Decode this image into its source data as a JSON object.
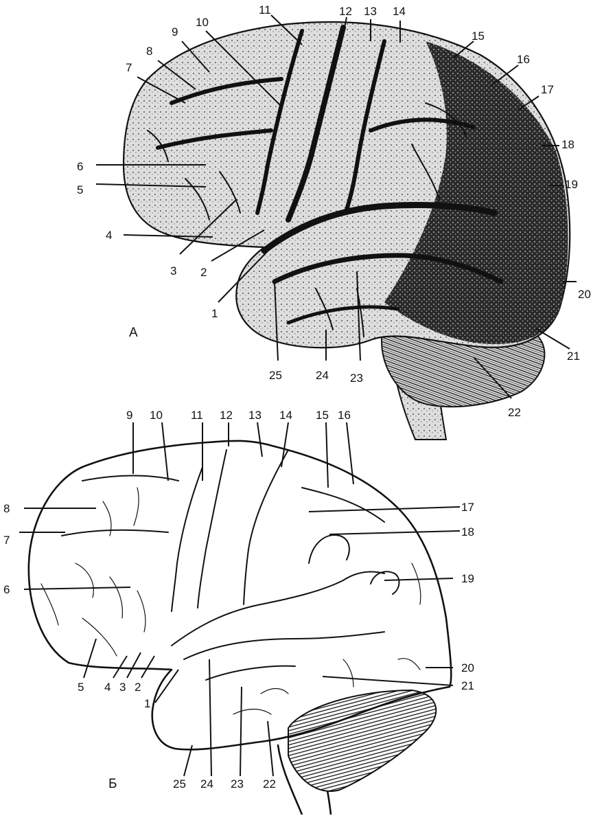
{
  "panels": [
    {
      "letter": "А",
      "labels": [
        "1",
        "2",
        "3",
        "4",
        "5",
        "6",
        "7",
        "8",
        "9",
        "10",
        "11",
        "12",
        "13",
        "14",
        "15",
        "16",
        "17",
        "18",
        "19",
        "20",
        "21",
        "22",
        "23",
        "24",
        "25"
      ]
    },
    {
      "letter": "Б",
      "labels": [
        "1",
        "2",
        "3",
        "4",
        "5",
        "6",
        "7",
        "8",
        "9",
        "10",
        "11",
        "12",
        "13",
        "14",
        "15",
        "16",
        "17",
        "18",
        "19",
        "20",
        "21",
        "22",
        "23",
        "24",
        "25"
      ]
    }
  ]
}
